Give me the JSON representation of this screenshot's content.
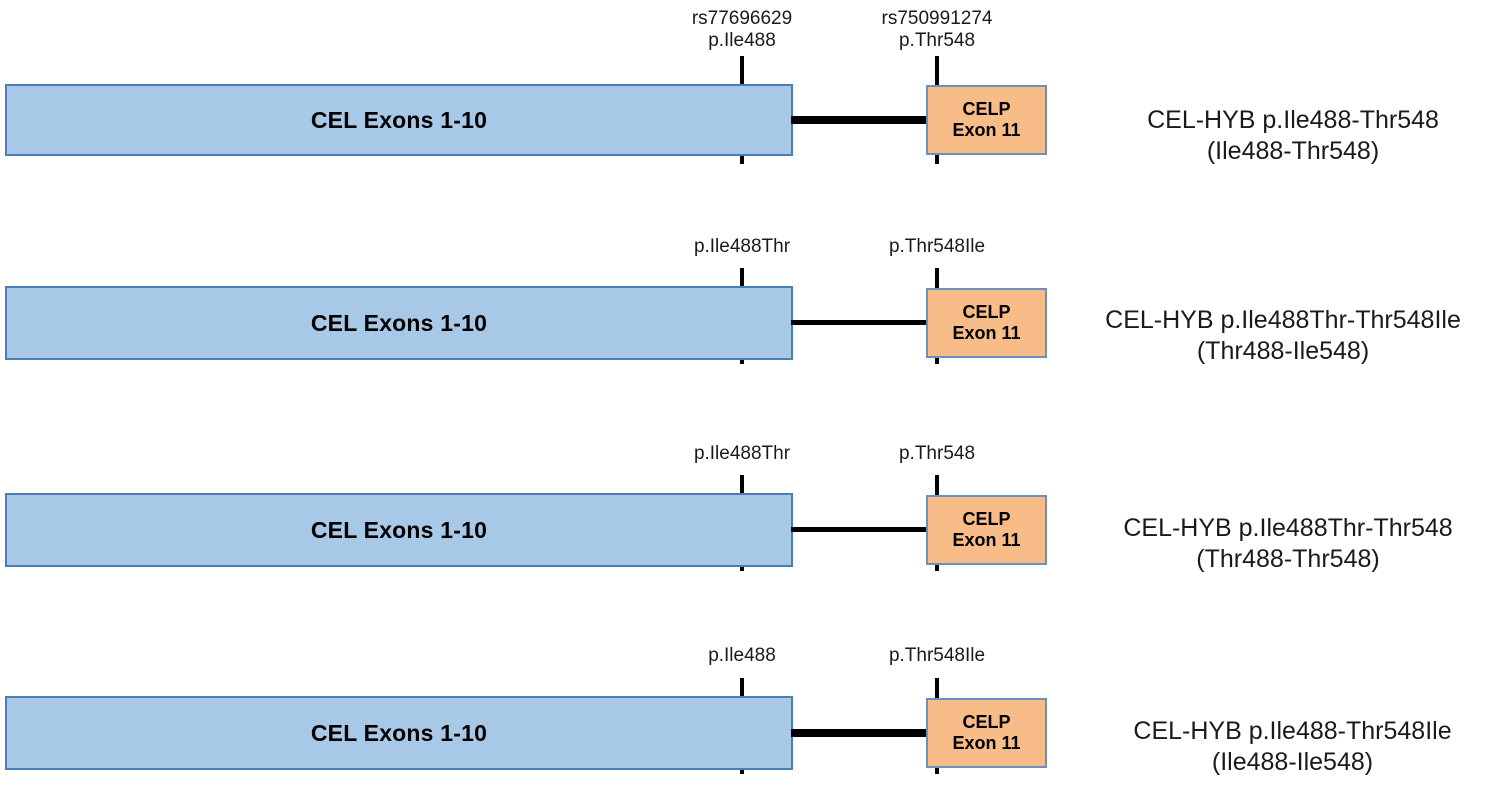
{
  "figure": {
    "cel_bar_label": "CEL Exons 1-10",
    "celp_box_line1": "CELP",
    "celp_box_line2": "Exon 11",
    "colors": {
      "cel_fill": "#a8c8e8",
      "cel_border": "#4a7fb5",
      "celp_fill": "#f7bc87",
      "celp_border": "#6a8fc0",
      "marker": "#000000",
      "text": "#1a1a1a",
      "background": "#ffffff"
    }
  },
  "rows": [
    {
      "id": "row-1",
      "cel_label": "CEL Exons 1-10",
      "celp_line1": "CELP",
      "celp_line2": "Exon 11",
      "marker_left_line1": "rs77696629",
      "marker_left_line2": "p.Ile488",
      "marker_right_line1": "rs750991274",
      "marker_right_line2": "p.Thr548",
      "caption_main": "CEL-HYB p.Ile488-Thr548",
      "caption_sub": "(Ile488-Thr548)"
    },
    {
      "id": "row-2",
      "cel_label": "CEL Exons 1-10",
      "celp_line1": "CELP",
      "celp_line2": "Exon 11",
      "marker_left_line1": "p.Ile488Thr",
      "marker_left_line2": "",
      "marker_right_line1": "p.Thr548Ile",
      "marker_right_line2": "",
      "caption_main": "CEL-HYB p.Ile488Thr-Thr548Ile",
      "caption_sub": "(Thr488-Ile548)"
    },
    {
      "id": "row-3",
      "cel_label": "CEL Exons 1-10",
      "celp_line1": "CELP",
      "celp_line2": "Exon 11",
      "marker_left_line1": "p.Ile488Thr",
      "marker_left_line2": "",
      "marker_right_line1": "p.Thr548",
      "marker_right_line2": "",
      "caption_main": "CEL-HYB p.Ile488Thr-Thr548",
      "caption_sub": "(Thr488-Thr548)"
    },
    {
      "id": "row-4",
      "cel_label": "CEL Exons 1-10",
      "celp_line1": "CELP",
      "celp_line2": "Exon 11",
      "marker_left_line1": "p.Ile488",
      "marker_left_line2": "",
      "marker_right_line1": "p.Thr548Ile",
      "marker_right_line2": "",
      "caption_main": "CEL-HYB p.Ile488-Thr548Ile",
      "caption_sub": "(Ile488-Ile548)"
    }
  ]
}
